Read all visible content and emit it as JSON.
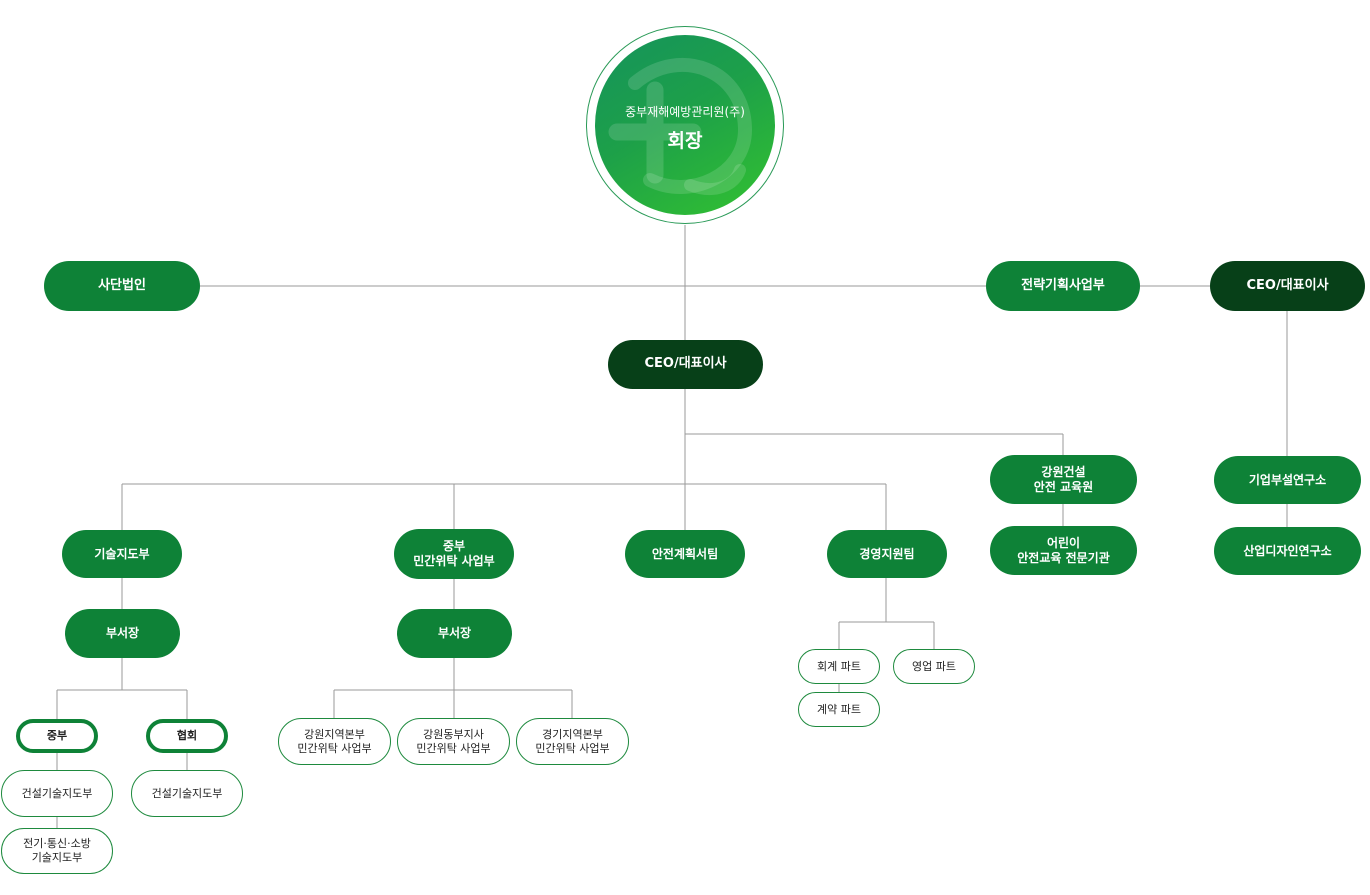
{
  "chairman": {
    "org": "중부재해예방관리원(주)",
    "title": "회장"
  },
  "top": {
    "association": "사단법인",
    "strategy": "전략기획사업부",
    "ceo_right": "CEO/대표이사",
    "ceo_main": "CEO/대표이사"
  },
  "gangwon": {
    "edu_line1": "강원건설",
    "edu_line2": "안전 교육원",
    "child_line1": "어린이",
    "child_line2": "안전교육 전문기관"
  },
  "research": {
    "lab1": "기업부설연구소",
    "lab2": "산업디자인연구소"
  },
  "tech": {
    "dept": "기술지도부",
    "head": "부서장",
    "central": "중부",
    "assoc": "협회",
    "constr_left": "건설기술지도부",
    "constr_right": "건설기술지도부",
    "elec_line1": "전기·통신·소방",
    "elec_line2": "기술지도부"
  },
  "private": {
    "dept_line1": "중부",
    "dept_line2": "민간위탁 사업부",
    "head": "부서장",
    "sub1_line1": "강원지역본부",
    "sub1_line2": "민간위탁 사업부",
    "sub2_line1": "강원동부지사",
    "sub2_line2": "민간위탁 사업부",
    "sub3_line1": "경기지역본부",
    "sub3_line2": "민간위탁 사업부"
  },
  "safety_team": "안전계획서팀",
  "management": {
    "team": "경영지원팀",
    "accounting": "회계 파트",
    "sales": "영업 파트",
    "contract": "계약 파트"
  },
  "colors": {
    "green": "#0e8237",
    "dark_green": "#074018",
    "line": "#9a9a9a"
  }
}
